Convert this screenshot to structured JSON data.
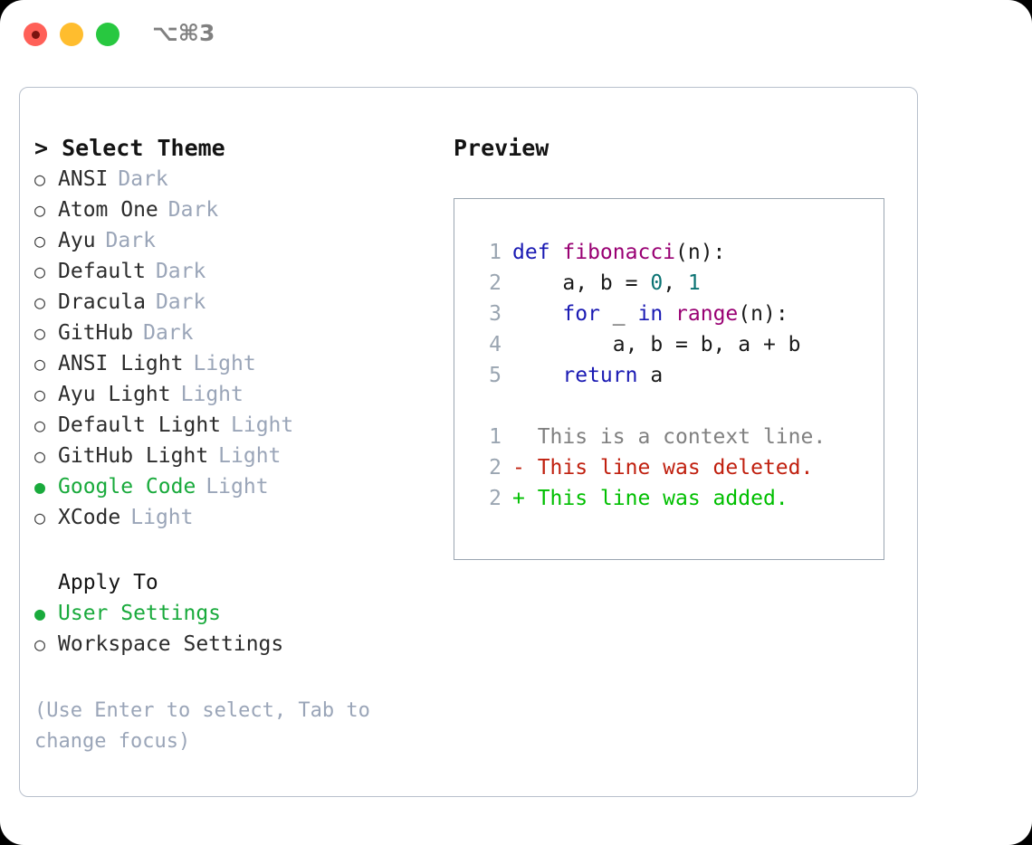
{
  "titlebar": {
    "shortcut": "⌥⌘3",
    "lights": [
      {
        "name": "close",
        "color": "#ff6058"
      },
      {
        "name": "minimize",
        "color": "#ffbd2e"
      },
      {
        "name": "maximize",
        "color": "#28c840"
      }
    ]
  },
  "left": {
    "title": "> Select Theme",
    "themes": [
      {
        "bullet": "○",
        "label": "ANSI",
        "badge": "Dark",
        "selected": false
      },
      {
        "bullet": "○",
        "label": "Atom One",
        "badge": "Dark",
        "selected": false
      },
      {
        "bullet": "○",
        "label": "Ayu",
        "badge": "Dark",
        "selected": false
      },
      {
        "bullet": "○",
        "label": "Default",
        "badge": "Dark",
        "selected": false
      },
      {
        "bullet": "○",
        "label": "Dracula",
        "badge": "Dark",
        "selected": false
      },
      {
        "bullet": "○",
        "label": "GitHub",
        "badge": "Dark",
        "selected": false
      },
      {
        "bullet": "○",
        "label": "ANSI Light",
        "badge": "Light",
        "selected": false
      },
      {
        "bullet": "○",
        "label": "Ayu Light",
        "badge": "Light",
        "selected": false
      },
      {
        "bullet": "○",
        "label": "Default Light",
        "badge": "Light",
        "selected": false
      },
      {
        "bullet": "○",
        "label": "GitHub Light",
        "badge": "Light",
        "selected": false
      },
      {
        "bullet": "●",
        "label": "Google Code",
        "badge": "Light",
        "selected": true
      },
      {
        "bullet": "○",
        "label": "XCode",
        "badge": "Light",
        "selected": false
      }
    ],
    "apply_to": {
      "title": "Apply To",
      "options": [
        {
          "bullet": "●",
          "label": "User Settings",
          "selected": true
        },
        {
          "bullet": "○",
          "label": "Workspace Settings",
          "selected": false
        }
      ]
    },
    "hint": "(Use Enter to select, Tab to change focus)"
  },
  "right": {
    "title": "Preview",
    "code_lines": [
      {
        "no": "1",
        "tokens": [
          {
            "t": "def ",
            "c": "kw"
          },
          {
            "t": "fibonacci",
            "c": "fn"
          },
          {
            "t": "(n):",
            "c": "pl"
          }
        ]
      },
      {
        "no": "2",
        "tokens": [
          {
            "t": "    a, b = ",
            "c": "pl"
          },
          {
            "t": "0",
            "c": "num"
          },
          {
            "t": ", ",
            "c": "pl"
          },
          {
            "t": "1",
            "c": "num"
          }
        ]
      },
      {
        "no": "3",
        "tokens": [
          {
            "t": "    ",
            "c": "pl"
          },
          {
            "t": "for",
            "c": "kw"
          },
          {
            "t": " _ ",
            "c": "pl"
          },
          {
            "t": "in",
            "c": "kw"
          },
          {
            "t": " ",
            "c": "pl"
          },
          {
            "t": "range",
            "c": "fn"
          },
          {
            "t": "(n):",
            "c": "pl"
          }
        ]
      },
      {
        "no": "4",
        "tokens": [
          {
            "t": "        a, b = b, a + b",
            "c": "pl"
          }
        ]
      },
      {
        "no": "5",
        "tokens": [
          {
            "t": "    ",
            "c": "pl"
          },
          {
            "t": "return",
            "c": "kw"
          },
          {
            "t": " a",
            "c": "pl"
          }
        ]
      }
    ],
    "diff_lines": [
      {
        "no": "1",
        "text": "  This is a context line.",
        "kind": "ctx"
      },
      {
        "no": "2",
        "text": "- This line was deleted.",
        "kind": "del"
      },
      {
        "no": "2",
        "text": "+ This line was added.",
        "kind": "add"
      }
    ]
  },
  "colors": {
    "accent_green": "#19aa3c",
    "badge_gray": "#9aa5b8",
    "border": "#b8c0cc",
    "preview_border": "#9aa5b1",
    "kw": "#1a1ab3",
    "fn": "#990073",
    "num": "#0b7373",
    "del": "#c0200f",
    "add": "#00bf00"
  }
}
